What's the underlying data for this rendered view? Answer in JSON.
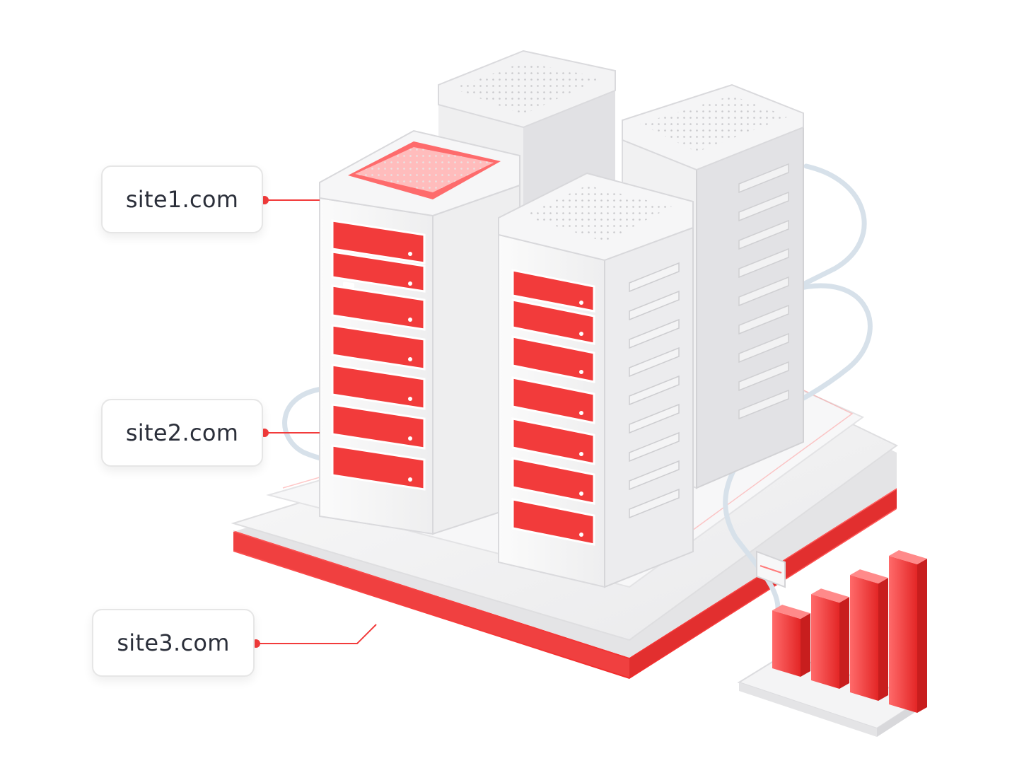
{
  "sites": [
    {
      "label": "site1.com"
    },
    {
      "label": "site2.com"
    },
    {
      "label": "site3.com"
    }
  ],
  "colors": {
    "accent": "#f23b3b",
    "accent_light": "#ff6b6b",
    "server_body": "#f4f4f5",
    "server_shade": "#dcdcdf",
    "label_text": "#2b2f3a",
    "label_border": "#e6e6e6",
    "cable": "#cfdbe8"
  },
  "icons": {
    "servers": [
      "server-tower-icon",
      "server-tower-icon",
      "server-tower-icon",
      "server-tower-icon"
    ],
    "chart": "bar-chart-icon"
  },
  "mini_chart": {
    "bars": 4,
    "relative_heights": [
      0.39,
      0.58,
      0.79,
      1.0
    ]
  }
}
